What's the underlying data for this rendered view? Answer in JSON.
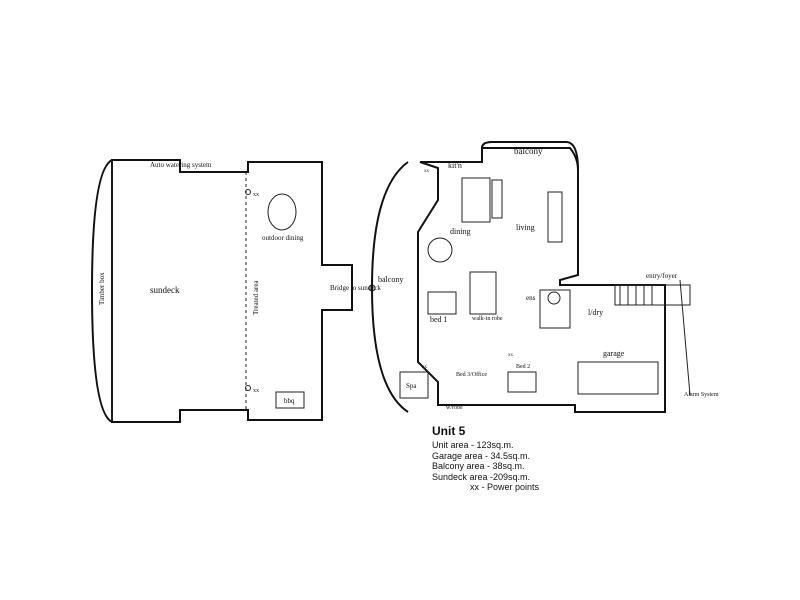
{
  "rooms": {
    "auto_watering": "Auto watering system",
    "sundeck": "sundeck",
    "timber_box": "Timber box",
    "treated_area": "Treated area",
    "outdoor_dining": "outdoor dining",
    "bbq": "bbq",
    "bridge": "Bridge to sundeck",
    "balcony_top": "balcony",
    "balcony_side": "balcony",
    "kitchen": "kit'n",
    "dining": "dining",
    "living": "living",
    "entry": "entry/foyer",
    "bed1": "bed 1",
    "walk_in_robe": "walk-in robe",
    "ens": "ens",
    "laundry": "l/dry",
    "garage": "garage",
    "spa": "Spa",
    "bed3": "Bed 3/Office",
    "bed2": "Bed 2",
    "robe": "w/robe",
    "alarm": "Alarm System",
    "power_xx": "xx"
  },
  "legend": {
    "title": "Unit 5",
    "unit_area": "Unit area  -  123sq.m.",
    "garage_area": "Garage area  -  34.5sq.m.",
    "balcony_area": "Balcony area  -  38sq.m.",
    "sundeck_area": "Sundeck area  -209sq.m.",
    "power_points": "xx  - Power points"
  }
}
